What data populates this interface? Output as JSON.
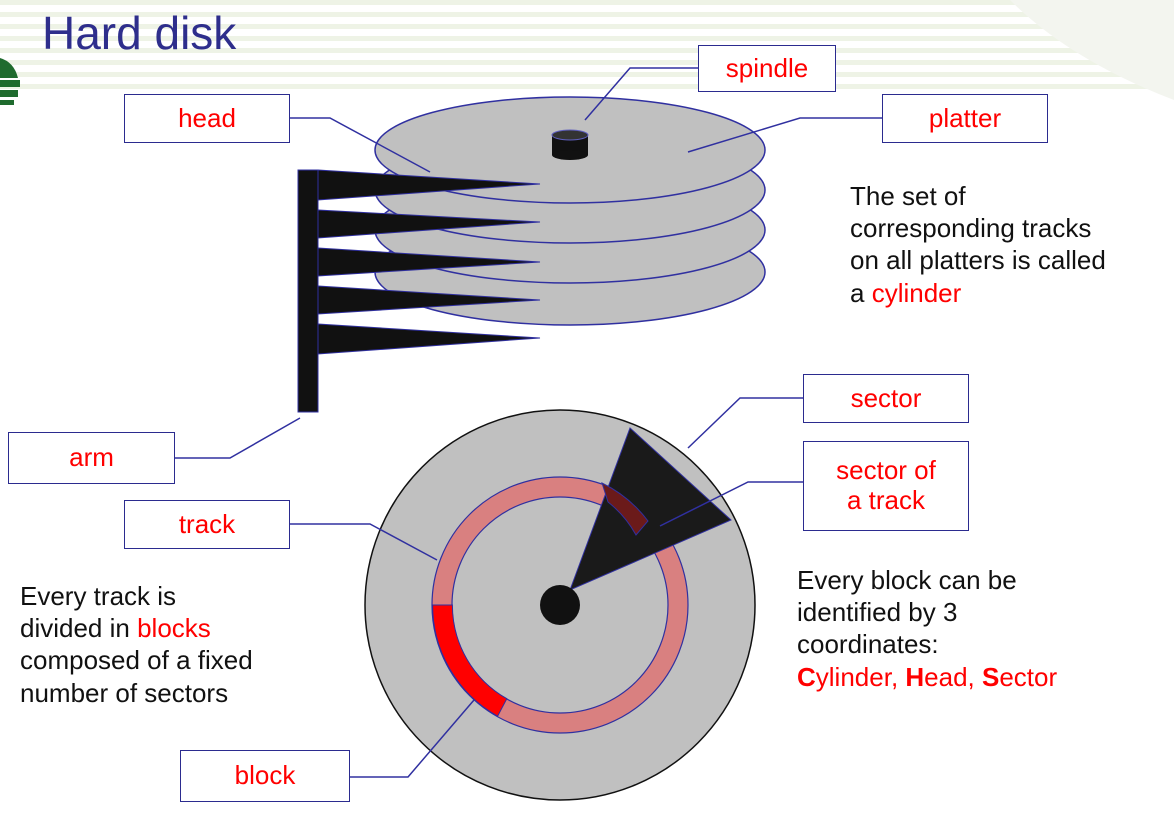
{
  "title": "Hard disk",
  "labels": {
    "spindle": "spindle",
    "head": "head",
    "platter": "platter",
    "arm": "arm",
    "track": "track",
    "sector": "sector",
    "sector_of_track_line1": "sector of",
    "sector_of_track_line2": "a track",
    "block": "block"
  },
  "notes": {
    "cylinder": {
      "line1": "The set of",
      "line2": "corresponding tracks",
      "line3": "on all platters is called",
      "line4_prefix": "a ",
      "highlight": "cylinder"
    },
    "blocks": {
      "line1": "Every track is",
      "line2_prefix": "divided in ",
      "highlight": "blocks",
      "line3": "composed of a fixed",
      "line4": "number of sectors"
    },
    "coordinates": {
      "line1": "Every block can be",
      "line2": "identified by 3",
      "line3": "coordinates:",
      "c_initial": "C",
      "c_rest": "ylinder, ",
      "h_initial": "H",
      "h_rest": "ead, ",
      "s_initial": "S",
      "s_rest": "ector"
    }
  },
  "colors": {
    "title": "#2e2e8c",
    "label_text": "#ff0000",
    "box_border": "#2b2b8f",
    "platter_fill": "#c0c0c0",
    "platter_stroke": "#3030a0",
    "arm_fill": "#111111",
    "track_fill": "#d98080",
    "block_fill": "#ff0000",
    "sector_fill": "#1a1a1a",
    "sector_track_fill": "#6b1a1a"
  }
}
